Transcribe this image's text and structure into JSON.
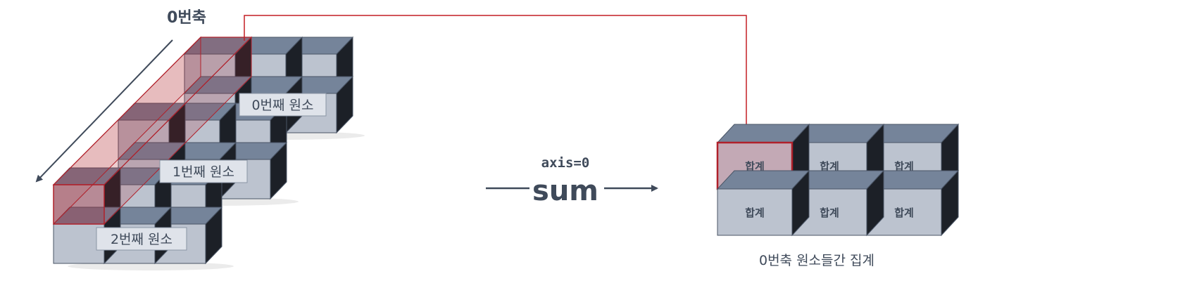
{
  "axis_label": "0번축",
  "element_labels": [
    "0번째 원소",
    "1번째 원소",
    "2번째 원소"
  ],
  "operation": {
    "param": "axis=0",
    "name": "sum"
  },
  "result": {
    "cell_label": "합계",
    "rows": 2,
    "cols": 3,
    "caption": "0번축 원소들간 집계"
  },
  "colors": {
    "cube_front": "#bcc3cf",
    "cube_top": "#75849a",
    "cube_side": "#1c2027",
    "cube_edge": "#4a5566",
    "highlight_stroke": "#b0202a",
    "highlight_fill": "#b0202a",
    "text": "#3f4a5a"
  }
}
